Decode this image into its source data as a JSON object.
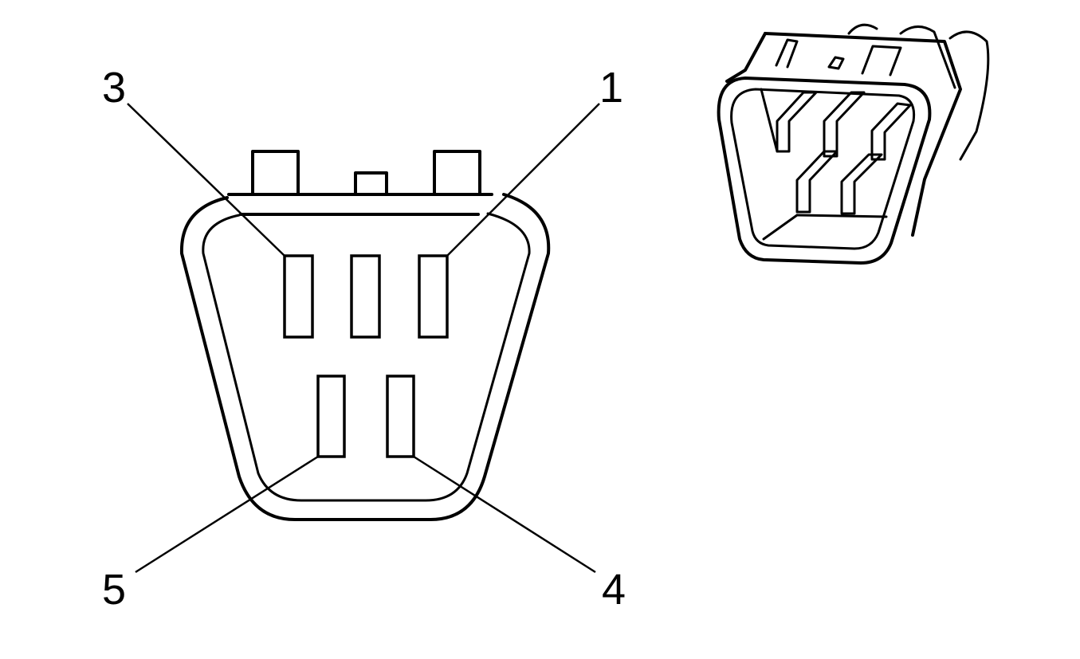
{
  "diagram": {
    "type": "connector-pinout",
    "pins": [
      {
        "id": "1",
        "label": "1"
      },
      {
        "id": "3",
        "label": "3"
      },
      {
        "id": "4",
        "label": "4"
      },
      {
        "id": "5",
        "label": "5"
      }
    ]
  },
  "colors": {
    "line": "#000000",
    "background": "#ffffff"
  }
}
